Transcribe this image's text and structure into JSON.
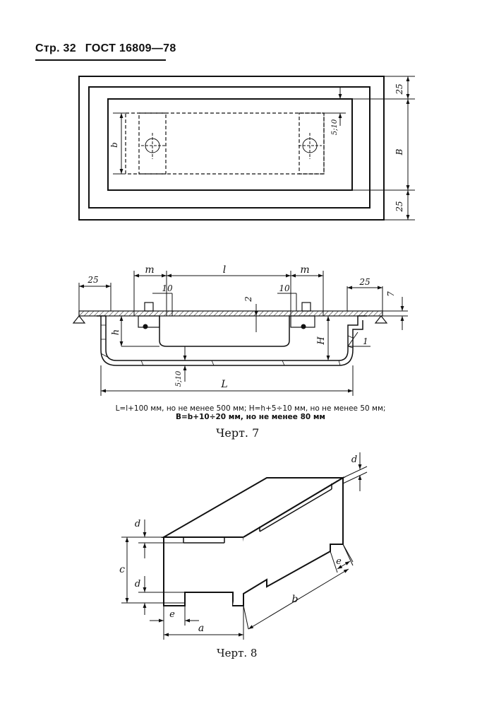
{
  "header": {
    "page": "Стр. 32",
    "standard": "ГОСТ 16809—78"
  },
  "figure6": {
    "dims": {
      "top_margin": "25",
      "width": "B",
      "bottom_margin": "25",
      "pitch": "b",
      "offset": "5;10"
    }
  },
  "figure7": {
    "caption": "Черт. 7",
    "dims": {
      "left_margin": "25",
      "m_left": "m",
      "l": "l",
      "m_right": "m",
      "ten_left": "10",
      "ten_right": "10",
      "right_margin": "25",
      "thickness": "7",
      "two": "2",
      "h": "h",
      "H": "H",
      "one": "1",
      "offset": "5;10",
      "L": "L"
    },
    "note_line1": "L=l+100 мм, но не менее 500 мм; H=h+5÷10 мм, но не менее 50 мм;",
    "note_line2": "B=b+10÷20 мм, но не менее 80 мм"
  },
  "figure8": {
    "caption": "Черт. 8",
    "dims": {
      "d_top": "d",
      "c": "c",
      "d_bottom": "d",
      "e_left": "e",
      "a": "a",
      "b": "b",
      "e_right": "e",
      "d_right": "d"
    }
  }
}
